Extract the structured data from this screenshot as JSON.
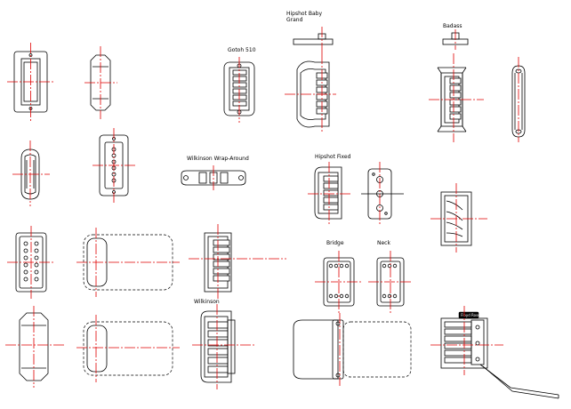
{
  "labels": {
    "gotoh": "Gotoh 510",
    "hipshot_baby_1": "Hipshot Baby",
    "hipshot_baby_2": "Grand",
    "badass": "Badass",
    "wilkinson_wrap": "Wilkinson Wrap-Around",
    "hipshot_fixed": "Hipshot Fixed",
    "bridge": "Bridge",
    "neck": "Neck",
    "wilkinson": "Wilkinson",
    "floyd_badge": "Floyd Rose"
  }
}
